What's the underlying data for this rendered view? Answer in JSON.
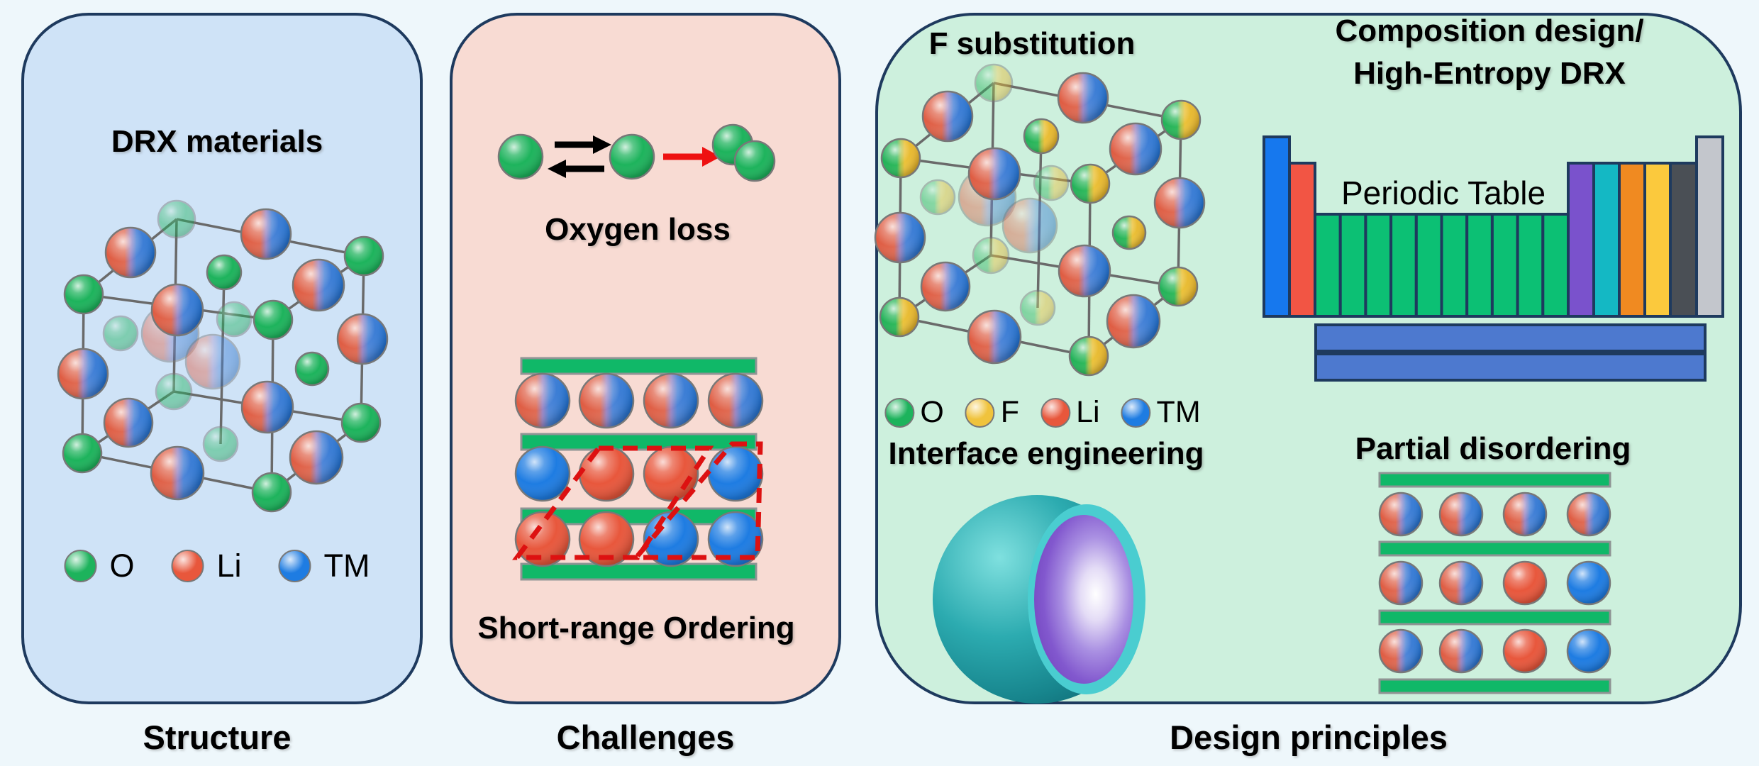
{
  "canvas": {
    "bg": "#eef7fb",
    "border_color": "#1e3a5e"
  },
  "atom_colors": {
    "green": "#1db35c",
    "yellow": "#f0c33c",
    "red": "#e8573c",
    "blue": "#1e7ce2"
  },
  "structure_panel": {
    "bg": "#cfe3f7",
    "title": "DRX materials",
    "caption": "Structure",
    "legend": [
      {
        "label": "O",
        "color": "#1db35c"
      },
      {
        "label": "Li",
        "color": "#e8573c"
      },
      {
        "label": "TM",
        "color": "#1e7ce2"
      }
    ]
  },
  "challenges_panel": {
    "bg": "#f8dbd3",
    "caption": "Challenges",
    "oxygen_loss": {
      "title": "Oxygen loss",
      "arrow_color": "#ee1111"
    },
    "sro": {
      "title": "Short-range Ordering",
      "layer_color": "#10b868",
      "highlight_color": "#dd1111",
      "rows": [
        [
          "mixed",
          "mixed",
          "mixed",
          "mixed"
        ],
        [
          "blue",
          "red",
          "red",
          "blue"
        ],
        [
          "red",
          "red",
          "blue",
          "blue"
        ]
      ]
    }
  },
  "design_panel": {
    "bg": "#cdf0dd",
    "caption": "Design principles",
    "f_substitution": {
      "title": "F substitution"
    },
    "legend": [
      {
        "label": "O",
        "color": "#1db35c"
      },
      {
        "label": "F",
        "color": "#f0c33c"
      },
      {
        "label": "Li",
        "color": "#e8573c"
      },
      {
        "label": "TM",
        "color": "#1e7ce2"
      }
    ],
    "composition": {
      "title_line1": "Composition design/",
      "title_line2": "High-Entropy DRX",
      "table_label": "Periodic Table",
      "columns": [
        {
          "name": "group-1",
          "color": "#1678ee",
          "height": "tall",
          "count": 1
        },
        {
          "name": "group-2",
          "color": "#f25544",
          "height": "medium",
          "count": 1
        },
        {
          "name": "transition-metals",
          "color": "#0cc074",
          "height": "short",
          "count": 10
        },
        {
          "name": "group-13",
          "color": "#7a52cc",
          "height": "medium",
          "count": 1
        },
        {
          "name": "group-14",
          "color": "#14b8c4",
          "height": "medium",
          "count": 1
        },
        {
          "name": "group-15",
          "color": "#f08a21",
          "height": "medium",
          "count": 1
        },
        {
          "name": "group-16",
          "color": "#fbc93d",
          "height": "medium",
          "count": 1
        },
        {
          "name": "group-17",
          "color": "#4a4f55",
          "height": "medium",
          "count": 1
        },
        {
          "name": "group-18",
          "color": "#c3c6cc",
          "height": "tall",
          "count": 1
        }
      ],
      "f_block_color": "#4d79cf",
      "f_block_rows": 2
    },
    "interface": {
      "title": "Interface engineering",
      "shell_color": "#1fa0a8",
      "core_color": "#8a5ed2"
    },
    "partial": {
      "title": "Partial disordering",
      "layer_color": "#10b868",
      "rows": [
        [
          "mixed",
          "mixed",
          "mixed",
          "mixed"
        ],
        [
          "mixed",
          "mixed",
          "red",
          "blue"
        ],
        [
          "mixed",
          "mixed",
          "red",
          "blue"
        ]
      ]
    }
  }
}
